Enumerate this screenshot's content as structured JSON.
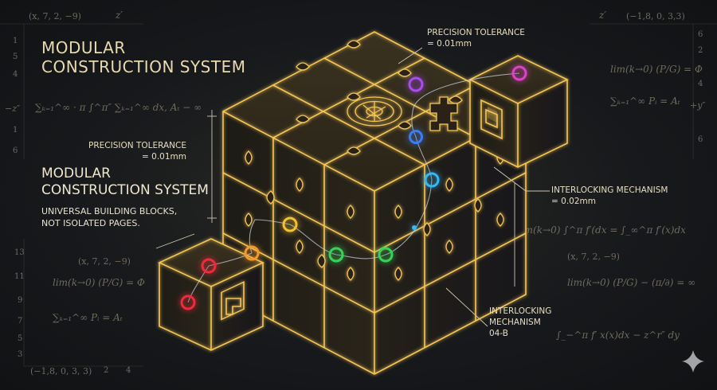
{
  "heading": {
    "primary_line1": "MODULAR",
    "primary_line2": "CONSTRUCTION SYSTEM",
    "secondary_line1": "MODULAR",
    "secondary_line2": "CONSTRUCTION SYSTEM",
    "tagline_line1": "UNIVERSAL BUILDING BLOCKS,",
    "tagline_line2": "NOT ISOLATED PAGES."
  },
  "callouts": {
    "top_precision_line1": "PRECISION TOLERANCE",
    "top_precision_line2": "= 0.01mm",
    "left_precision_line1": "PRECISION TOLERANCE",
    "left_precision_line2": "= 0.01mm",
    "right_interlock_line1": "INTERLOCKING MECHANISM",
    "right_interlock_line2": "= 0.02mm",
    "bottom_interlock_line1": "INTERLOCKING",
    "bottom_interlock_line2": "MECHANISM",
    "bottom_interlock_line3": "04-B"
  },
  "background_math": {
    "tuple_top_left": "(x, 7, 2, −9)",
    "z_prime_top": "z′",
    "z_prime_left": "−z″",
    "series_left": "∑ₖ₌₁^∞ · π ∫^π″ ∑ₖ₌₁^∞ dx, Aₜ − ∞",
    "z_prime_top_right": "z′",
    "tuple_top_right": "(−1,8, 0, 3,3)",
    "limit_top_right": "lim(k→0) (P/G) = Φ",
    "sum_top_right": "∑ₖ₌₁^∞ Pᵢ = Aₜ",
    "y_prime_right": "+y″",
    "integral_right": "lim(k→0) ∫^π f′(dx = ∫_∞^π f′(x)dx",
    "tuple_right": "(x, 7, 2, −9)",
    "limit_right": "lim(k→0) (P/G) − (π/∂) = ∞",
    "integral_bottom_right": "∫_−^π f′ x(x)dx − z^r″ dy",
    "tuple_bottom_left_mid": "(x, 7, 2, −9)",
    "limit_bottom_left": "lim(k→0) (P/G) = Φ",
    "sum_bottom_left": "∑ₖ₌₁^∞ Pᵢ = Aₜ",
    "tuple_bottom_left": "(−1,8, 0, 3, 3)",
    "axis_left_ticks": [
      "1",
      "5",
      "4",
      "1",
      "6"
    ],
    "axis_right_ticks": [
      "6",
      "2",
      "4",
      "6"
    ],
    "axis_bottom_left_ticks": [
      "13",
      "11",
      "9",
      "7",
      "5",
      "3"
    ],
    "axis_bottom_ticks": [
      "2",
      "4"
    ]
  },
  "colors": {
    "glow": "#f5c656",
    "node_violet": "#a84cf0",
    "node_magenta": "#e040c8",
    "node_blue": "#3d7cf0",
    "node_cyan": "#34b8f4",
    "node_green": "#39d25a",
    "node_yellow": "#f2c234",
    "node_orange": "#f59a2c",
    "node_red": "#ee2c3c"
  },
  "icons": {
    "watermark": "sparkle-icon",
    "aperture": "aperture-icon"
  }
}
